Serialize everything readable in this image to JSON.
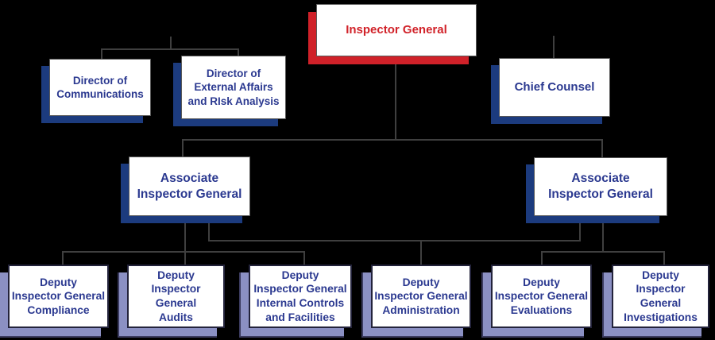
{
  "palette": {
    "background": "#000000",
    "box_fill": "#ffffff",
    "box_border": "#595959",
    "deputy_border": "#23233b",
    "text_blue": "#2b3990",
    "text_red": "#d12229",
    "shadow_red": "#d02129",
    "shadow_navy": "#1c3b7e",
    "shadow_periwinkle": "#8b90c3",
    "connector": "#3f3f3f"
  },
  "org": {
    "inspector_general": "Inspector General",
    "director_communications": "Director of\nCommunications",
    "director_external_affairs": "Director of\nExternal Affairs\nand RIsk Analysis",
    "chief_counsel": "Chief Counsel",
    "associate_left": "Associate\nInspector General",
    "associate_right": "Associate\nInspector General",
    "deputy_compliance": "Deputy\nInspector General\nCompliance",
    "deputy_audits": "Deputy\nInspector General\nAudits",
    "deputy_internal_controls": "Deputy\nInspector General\nInternal Controls\nand Facilities",
    "deputy_administration": "Deputy\nInspector General\nAdministration",
    "deputy_evaluations": "Deputy\nInspector General\nEvaluations",
    "deputy_investigations": "Deputy\nInspector General\nInvestigations"
  }
}
